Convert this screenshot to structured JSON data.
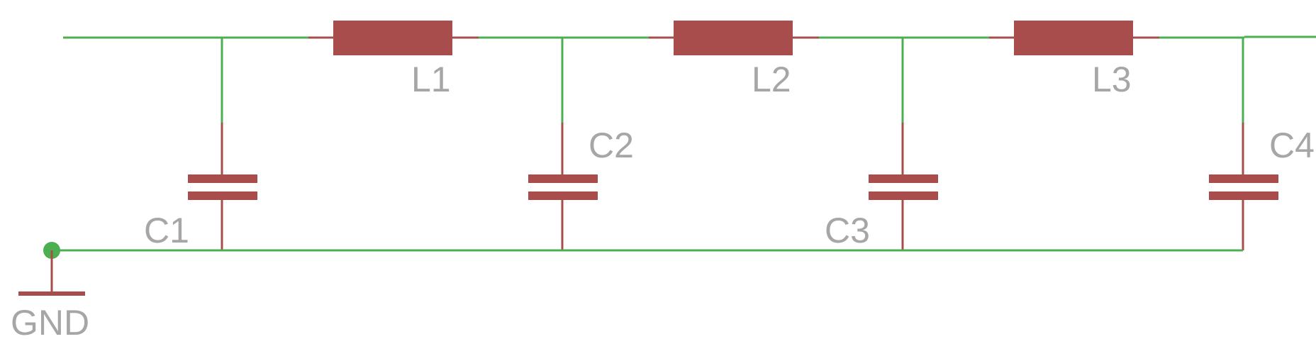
{
  "schematic": {
    "components": [
      {
        "id": "L1",
        "kind": "inductor"
      },
      {
        "id": "L2",
        "kind": "inductor"
      },
      {
        "id": "L3",
        "kind": "inductor"
      },
      {
        "id": "C1",
        "kind": "capacitor"
      },
      {
        "id": "C2",
        "kind": "capacitor"
      },
      {
        "id": "C3",
        "kind": "capacitor"
      },
      {
        "id": "C4",
        "kind": "capacitor"
      }
    ],
    "ground_label": "GND"
  },
  "colors": {
    "wire": "#4caf50",
    "component": "#a84c4c",
    "label": "#a6a6a6",
    "background": "#ffffff"
  }
}
